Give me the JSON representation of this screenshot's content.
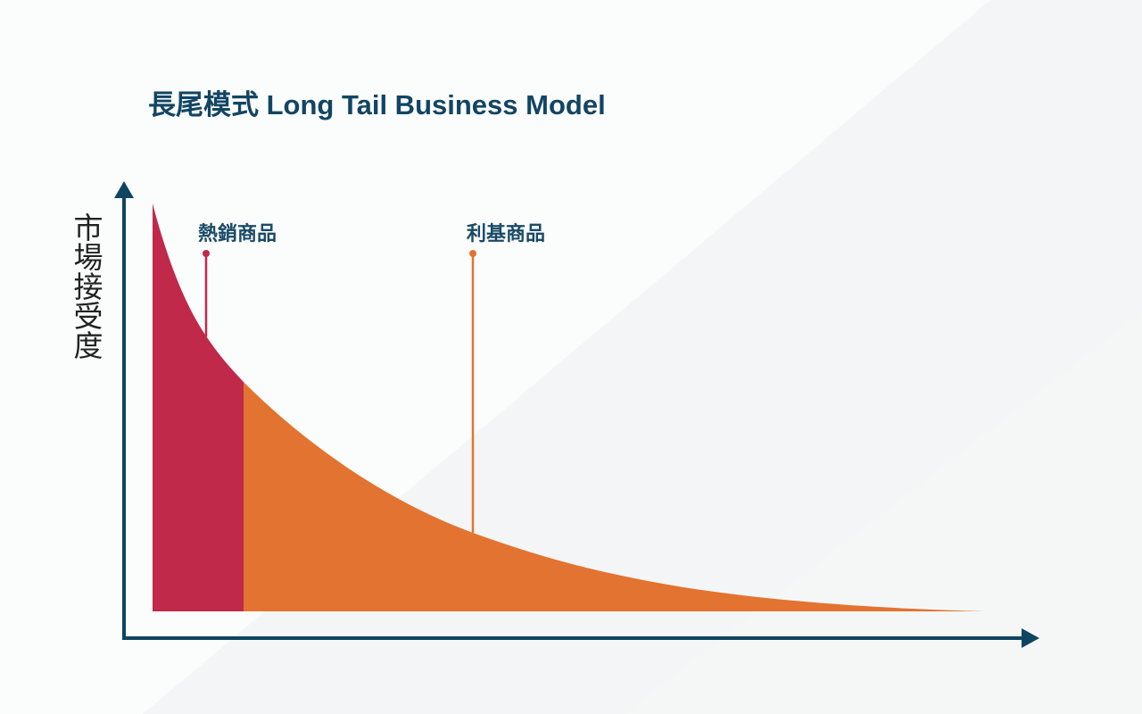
{
  "title": "長尾模式 Long Tail Business Model",
  "colors": {
    "axis": "#0e4561",
    "title": "#124563",
    "head": "#c0294a",
    "tail": "#e37330",
    "background_light": "#ffffff",
    "background_grey": "#f4f5f6"
  },
  "axes": {
    "y_label": "市場接受度",
    "x_label": ""
  },
  "callouts": [
    {
      "label": "熱銷商品",
      "color": "#c0294a",
      "region": "head"
    },
    {
      "label": "利基商品",
      "color": "#e37330",
      "region": "tail"
    }
  ],
  "chart_data": {
    "type": "area",
    "title": "長尾模式 Long Tail Business Model",
    "xlabel": "",
    "ylabel": "市場接受度",
    "grid": false,
    "legend": "none",
    "description": "Long-tail distribution curve: a steep head of hit products followed by a long tail of niche products",
    "series": [
      {
        "name": "熱銷商品",
        "segment": "head",
        "color": "#c0294a",
        "x": [
          0,
          0.06,
          0.1
        ],
        "y": [
          1.0,
          0.68,
          0.56
        ]
      },
      {
        "name": "利基商品",
        "segment": "tail",
        "color": "#e37330",
        "x": [
          0.1,
          0.2,
          0.3,
          0.4,
          0.55,
          0.7,
          0.85,
          1.0
        ],
        "y": [
          0.56,
          0.36,
          0.2,
          0.12,
          0.06,
          0.03,
          0.01,
          0.0
        ]
      }
    ],
    "annotations": [
      {
        "text": "熱銷商品",
        "x": 0.06
      },
      {
        "text": "利基商品",
        "x": 0.38
      }
    ]
  }
}
